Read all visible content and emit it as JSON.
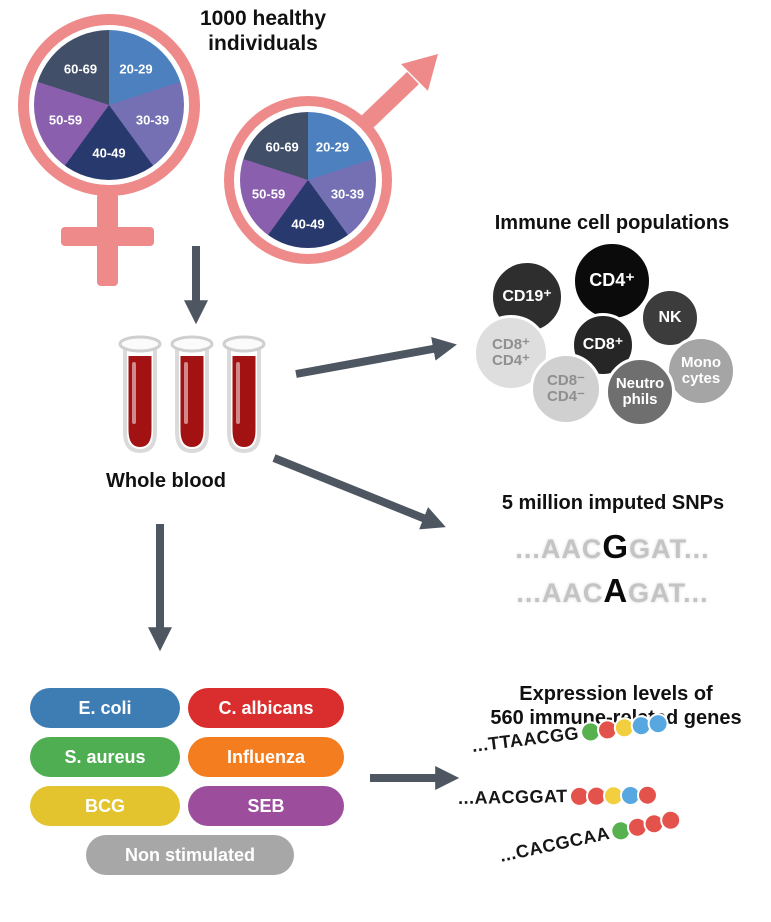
{
  "demographics": {
    "title": "1000 healthy\nindividuals",
    "age_groups": [
      "20-29",
      "30-39",
      "40-49",
      "50-59",
      "60-69"
    ],
    "pie_colors": [
      "#4d80bf",
      "#7570b3",
      "#283a6d",
      "#8a60ae",
      "#414f69"
    ],
    "symbol_color": "#ee8a8a"
  },
  "blood": {
    "label": "Whole blood",
    "liquid_color": "#a31212"
  },
  "immune_cells": {
    "title": "Immune cell populations",
    "cells": [
      {
        "label": "CD19⁺",
        "bg": "#2e2e2e",
        "fg": "#ffffff"
      },
      {
        "label": "CD4⁺",
        "bg": "#0b0b0b",
        "fg": "#ffffff"
      },
      {
        "label": "NK",
        "bg": "#3c3c3c",
        "fg": "#ffffff"
      },
      {
        "label": "CD8⁺\nCD4⁺",
        "bg": "#dedede",
        "fg": "#8f8f8f"
      },
      {
        "label": "CD8⁺",
        "bg": "#262626",
        "fg": "#ffffff"
      },
      {
        "label": "Mono\ncytes",
        "bg": "#a5a5a5",
        "fg": "#ffffff"
      },
      {
        "label": "CD8⁻\nCD4⁻",
        "bg": "#d0d0d0",
        "fg": "#8f8f8f"
      },
      {
        "label": "Neutro\nphils",
        "bg": "#6f6f6f",
        "fg": "#ffffff"
      }
    ]
  },
  "snps": {
    "title": "5 million imputed SNPs",
    "sequences": [
      {
        "prefix": "...AAC",
        "variant": "G",
        "suffix": "GAT..."
      },
      {
        "prefix": "...AAC",
        "variant": "A",
        "suffix": "GAT..."
      }
    ]
  },
  "stimuli": {
    "items": [
      {
        "label": "E. coli",
        "color": "#3e7db4"
      },
      {
        "label": "C. albicans",
        "color": "#da2d2d"
      },
      {
        "label": "S. aureus",
        "color": "#4fae52"
      },
      {
        "label": "Influenza",
        "color": "#f47d1f"
      },
      {
        "label": "BCG",
        "color": "#e3c32e"
      },
      {
        "label": "SEB",
        "color": "#9c4e9c"
      },
      {
        "label": "Non stimulated",
        "color": "#a7a7a7"
      }
    ]
  },
  "expression": {
    "title": "Expression levels of\n560 immune-related genes",
    "dot_colors": {
      "green": "#56b14e",
      "red": "#e4524c",
      "yellow": "#f2cf3e",
      "blue": "#57a8e0"
    },
    "reads": [
      {
        "seq": "...TTAACGG",
        "dots": [
          "green",
          "red",
          "yellow",
          "blue",
          "blue"
        ]
      },
      {
        "seq": "...AACGGAT",
        "dots": [
          "red",
          "red",
          "yellow",
          "blue",
          "red"
        ]
      },
      {
        "seq": "...CACGCAA",
        "dots": [
          "green",
          "red",
          "red",
          "red"
        ]
      }
    ]
  },
  "colors": {
    "arrow": "#4d5661"
  }
}
